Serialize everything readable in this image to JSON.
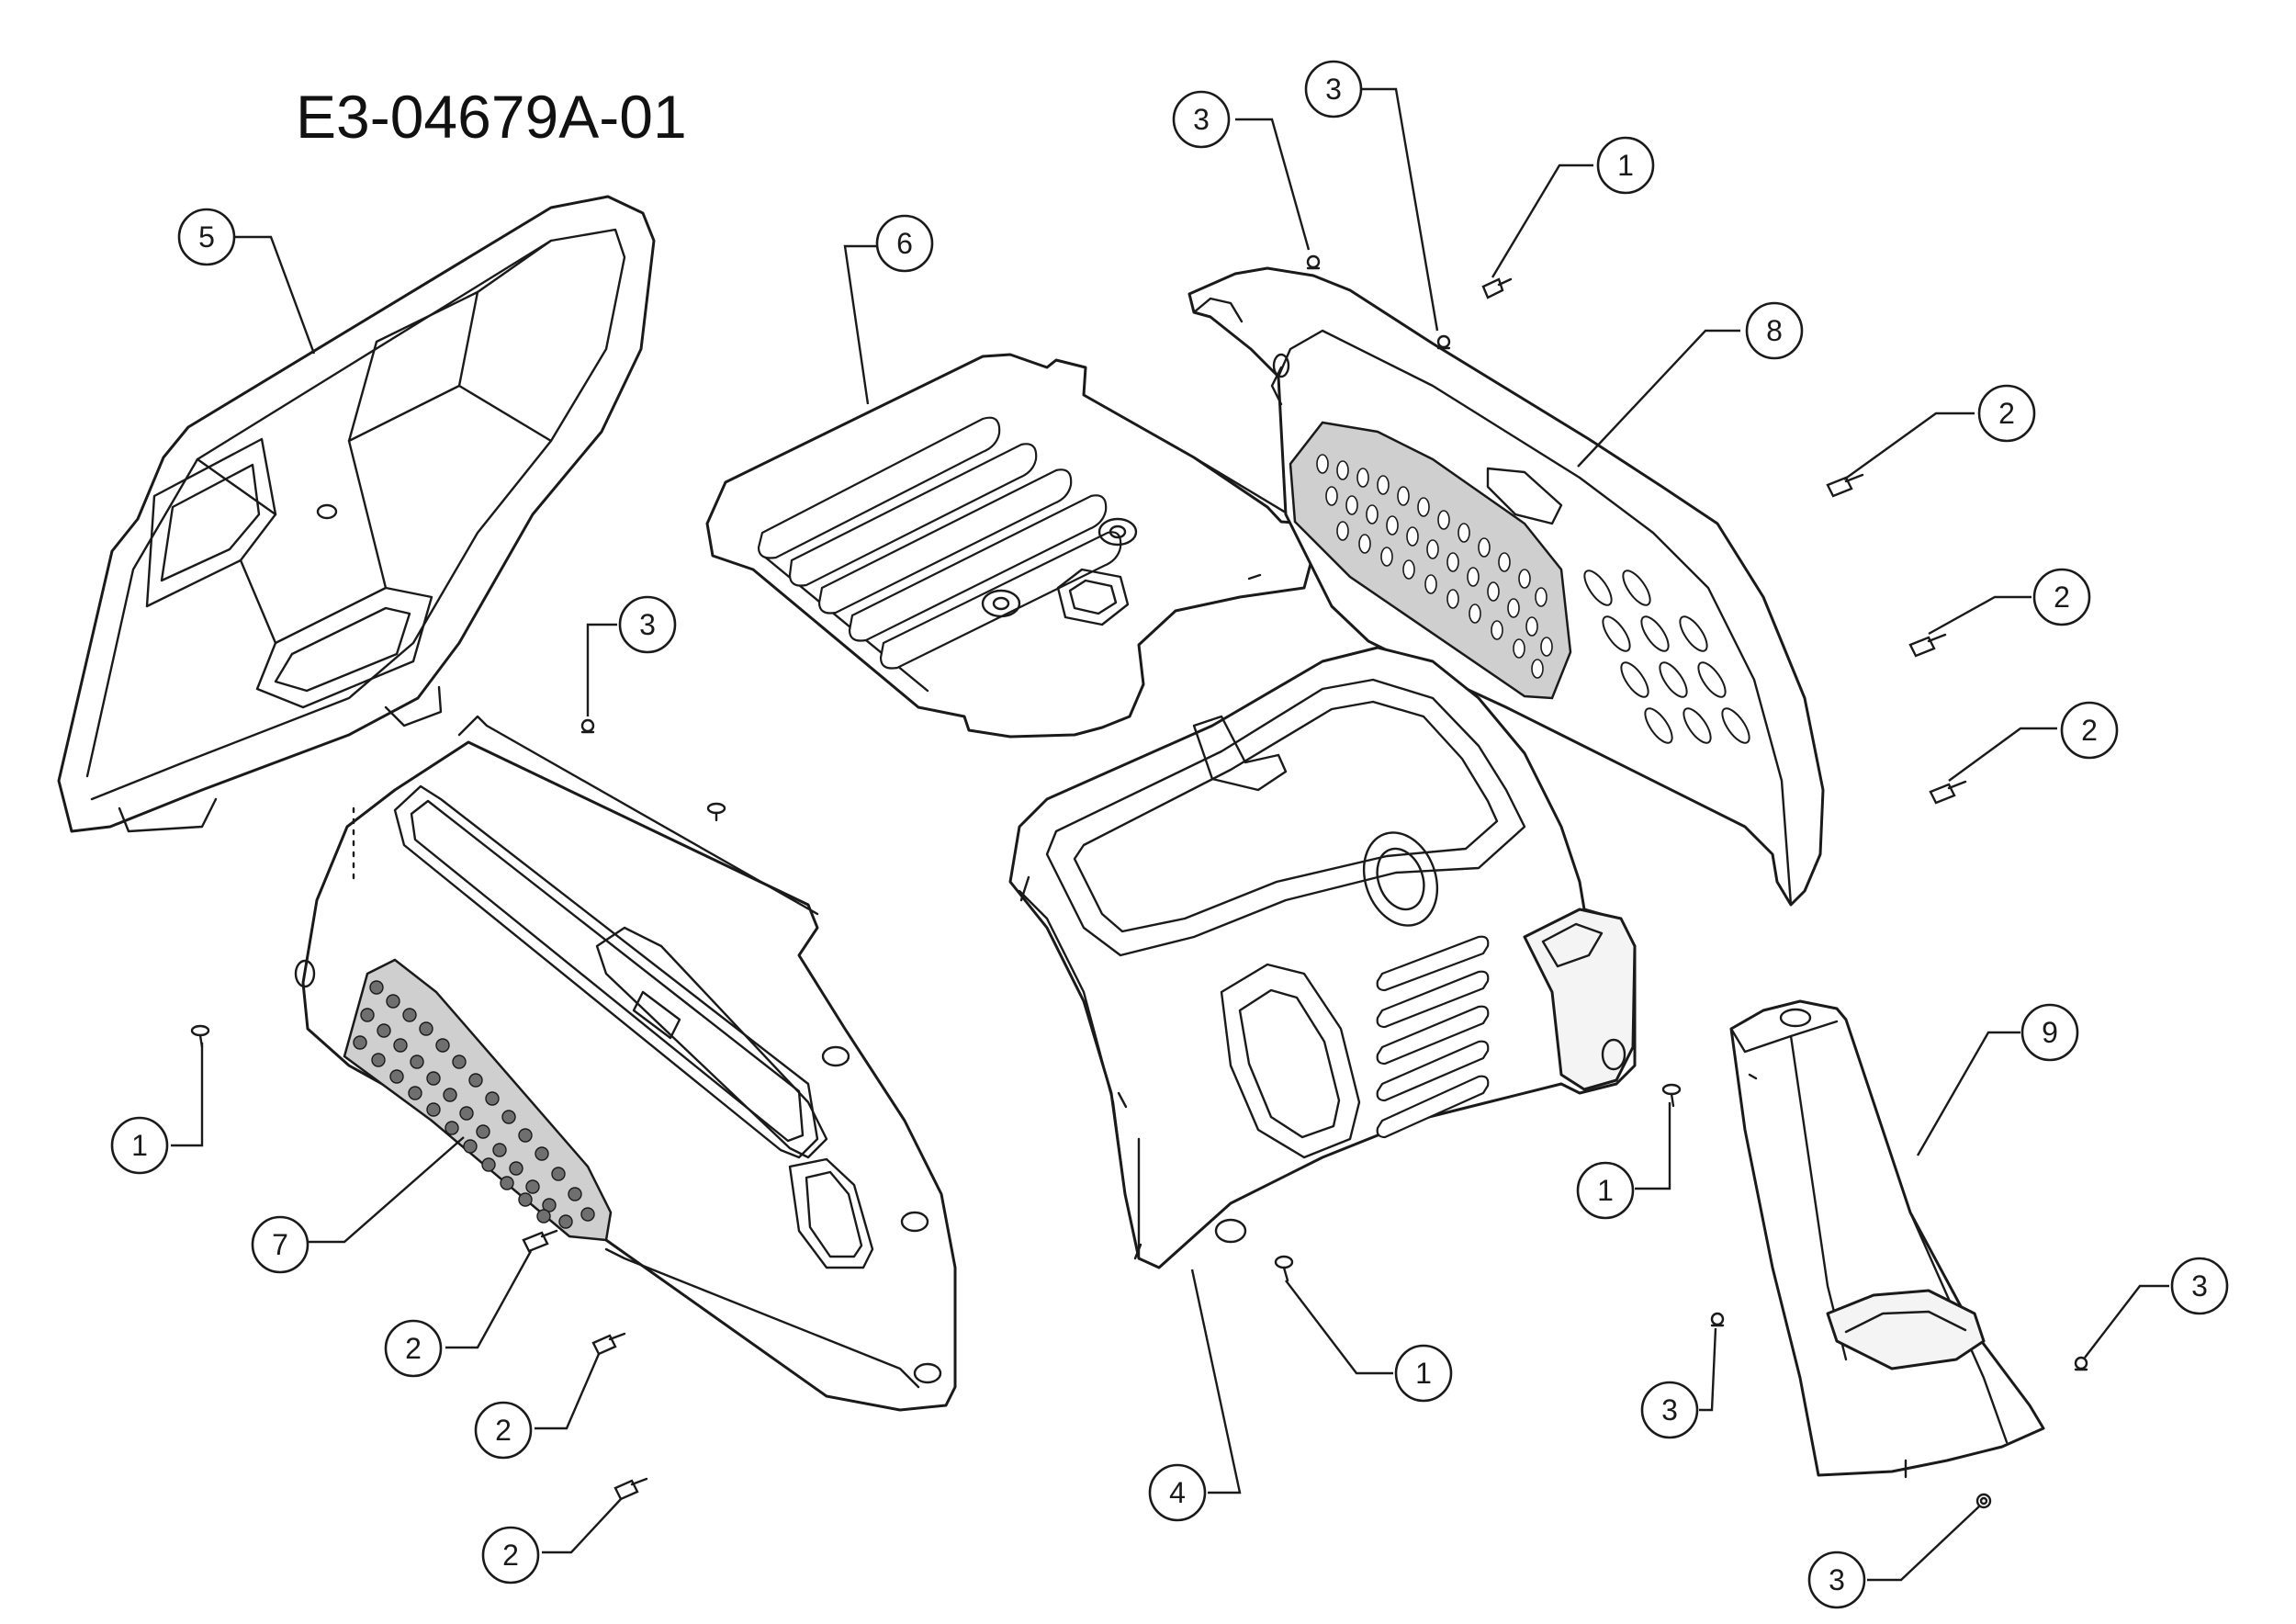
{
  "drawing_number": "E3-04679A-01",
  "colors": {
    "line": "#1a1a1a",
    "background": "#ffffff",
    "grille": "#cfcfcf"
  },
  "callouts": [
    {
      "label": "5"
    },
    {
      "label": "6"
    },
    {
      "label": "3"
    },
    {
      "label": "3"
    },
    {
      "label": "1"
    },
    {
      "label": "8"
    },
    {
      "label": "2"
    },
    {
      "label": "2"
    },
    {
      "label": "2"
    },
    {
      "label": "3"
    },
    {
      "label": "9"
    },
    {
      "label": "1"
    },
    {
      "label": "1"
    },
    {
      "label": "7"
    },
    {
      "label": "2"
    },
    {
      "label": "2"
    },
    {
      "label": "2"
    },
    {
      "label": "1"
    },
    {
      "label": "4"
    },
    {
      "label": "3"
    },
    {
      "label": "3"
    },
    {
      "label": "3"
    }
  ]
}
